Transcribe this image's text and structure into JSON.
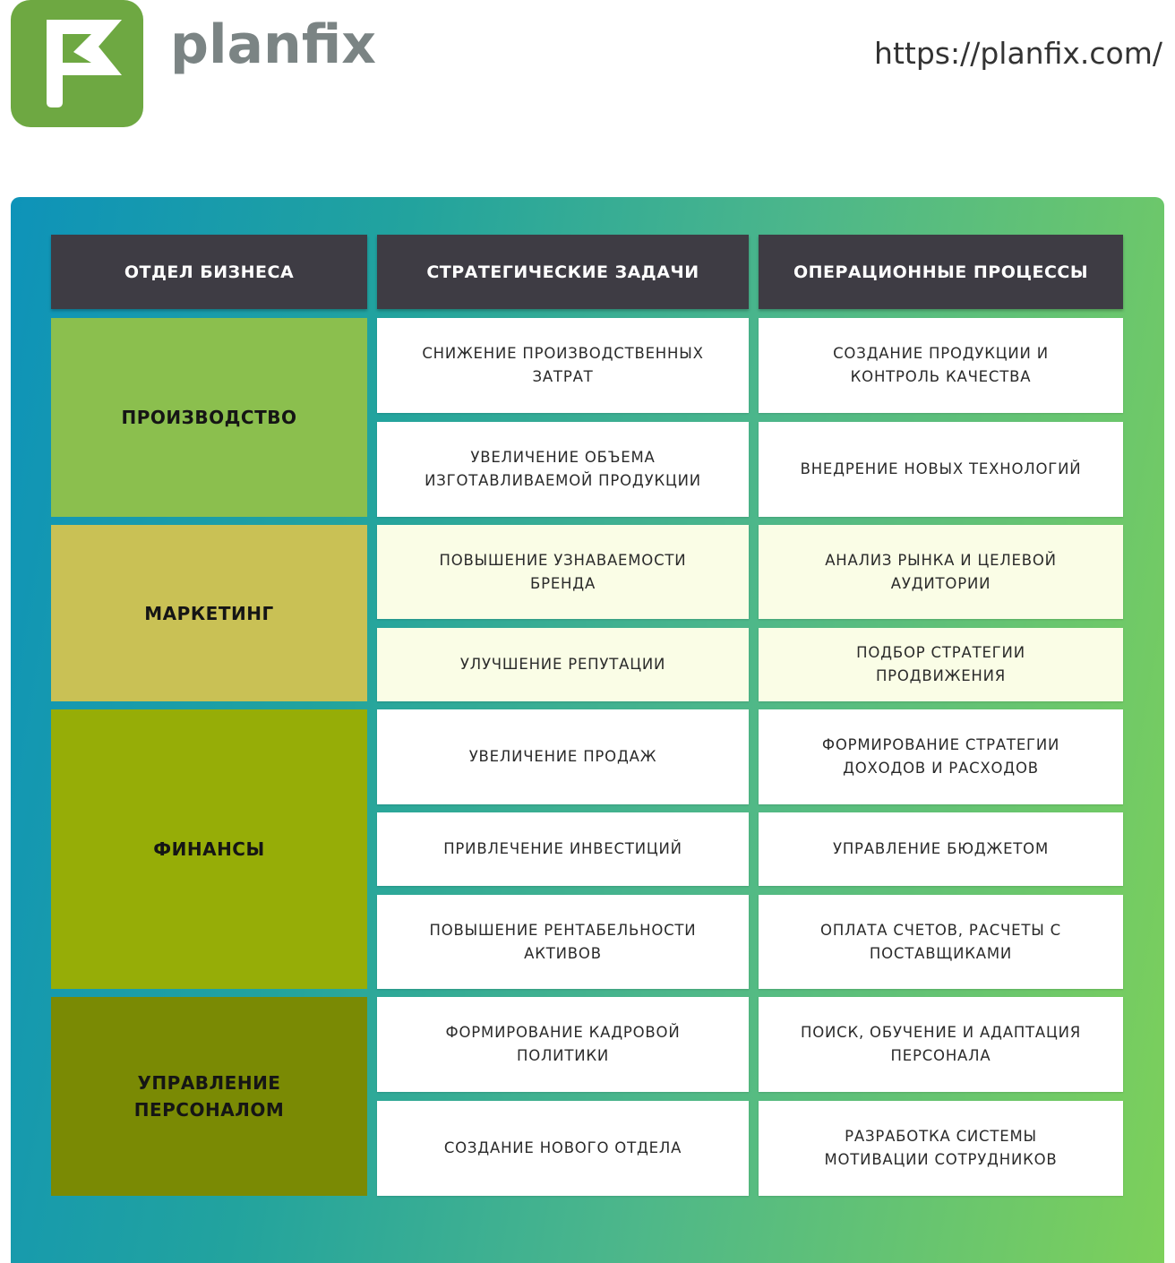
{
  "brand": {
    "name": "planfix",
    "url": "https://planfix.com/",
    "logo_icon": "flag-icon",
    "logo_color": "#6ea842"
  },
  "table": {
    "headers": [
      "ОТДЕЛ БИЗНЕСА",
      "СТРАТЕГИЧЕСКИЕ ЗАДАЧИ",
      "ОПЕРАЦИОННЫЕ ПРОЦЕССЫ"
    ],
    "header_color": "#3e3c44",
    "departments": [
      {
        "name": "ПРОИЗВОДСТВО",
        "color": "#8bbf4e",
        "rows": [
          {
            "strategic": "СНИЖЕНИЕ ПРОИЗВОДСТВЕННЫХ ЗАТРАТ",
            "operational": "СОЗДАНИЕ ПРОДУКЦИИ И КОНТРОЛЬ КАЧЕСТВА"
          },
          {
            "strategic": "УВЕЛИЧЕНИЕ ОБЪЕМА ИЗГОТАВЛИВАЕМОЙ ПРОДУКЦИИ",
            "operational": "ВНЕДРЕНИЕ НОВЫХ ТЕХНОЛОГИЙ"
          }
        ]
      },
      {
        "name": "МАРКЕТИНГ",
        "color": "#c9c155",
        "rows": [
          {
            "strategic": "ПОВЫШЕНИЕ УЗНАВАЕМОСТИ БРЕНДА",
            "operational": "АНАЛИЗ РЫНКА И ЦЕЛЕВОЙ АУДИТОРИИ"
          },
          {
            "strategic": "УЛУЧШЕНИЕ РЕПУТАЦИИ",
            "operational": "ПОДБОР СТРАТЕГИИ ПРОДВИЖЕНИЯ"
          }
        ]
      },
      {
        "name": "ФИНАНСЫ",
        "color": "#96ad07",
        "rows": [
          {
            "strategic": "УВЕЛИЧЕНИЕ ПРОДАЖ",
            "operational": "ФОРМИРОВАНИЕ СТРАТЕГИИ ДОХОДОВ И РАСХОДОВ"
          },
          {
            "strategic": "ПРИВЛЕЧЕНИЕ ИНВЕСТИЦИЙ",
            "operational": "УПРАВЛЕНИЕ БЮДЖЕТОМ"
          },
          {
            "strategic": "ПОВЫШЕНИЕ РЕНТАБЕЛЬНОСТИ АКТИВОВ",
            "operational": "ОПЛАТА СЧЕТОВ, РАСЧЕТЫ С ПОСТАВЩИКАМИ"
          }
        ]
      },
      {
        "name": "УПРАВЛЕНИЕ ПЕРСОНАЛОМ",
        "color": "#7a8a04",
        "rows": [
          {
            "strategic": "ФОРМИРОВАНИЕ КАДРОВОЙ ПОЛИТИКИ",
            "operational": "ПОИСК, ОБУЧЕНИЕ И АДАПТАЦИЯ ПЕРСОНАЛА"
          },
          {
            "strategic": "СОЗДАНИЕ НОВОГО ОТДЕЛА",
            "operational": "РАЗРАБОТКА СИСТЕМЫ МОТИВАЦИИ СОТРУДНИКОВ"
          }
        ]
      }
    ]
  }
}
